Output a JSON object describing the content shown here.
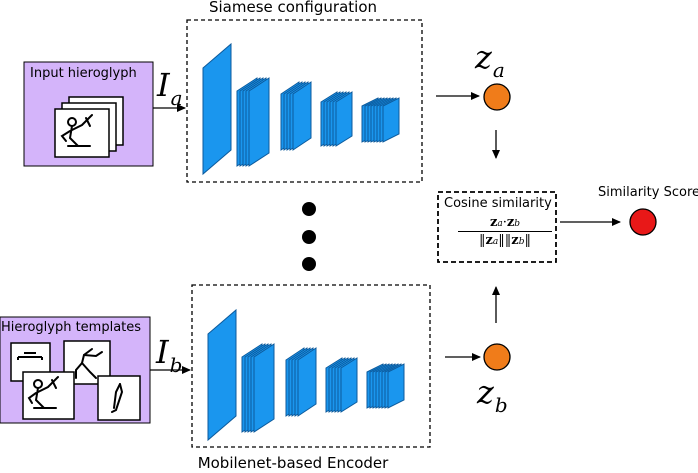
{
  "diagram": {
    "siamese_title": "Siamese configuration",
    "encoder_title": "Mobilenet-based Encoder",
    "input_label": "Input hieroglyph",
    "templates_label": "Hieroglyph templates",
    "input_a": {
      "base": "I",
      "sub": "a"
    },
    "input_b": {
      "base": "I",
      "sub": "b"
    },
    "z_a": {
      "base": "z",
      "sub": "a"
    },
    "z_b": {
      "base": "z",
      "sub": "b"
    },
    "cosine_title": "Cosine similarity",
    "formula": {
      "z": "z",
      "a": "a",
      "b": "b",
      "dot": "·",
      "bar": "‖"
    },
    "score_label": "Similarity Score"
  },
  "colors": {
    "input_box": "#d4b4fa",
    "layer_face": "#1a96ee",
    "layer_dark": "#0c5a9c",
    "embedding": "#f07c1a",
    "score": "#e81818"
  }
}
